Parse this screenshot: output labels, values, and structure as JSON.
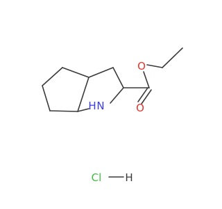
{
  "colors": {
    "bond": "#3a3a3a",
    "oxygen": "#e8342b",
    "nitrogen": "#3a3af0",
    "chlorine": "#3fbf3f",
    "hydrogen_label": "#3a3a3a"
  },
  "labels": {
    "ether_oxygen": "O",
    "carbonyl_oxygen": "O",
    "ring_nitrogen": "N",
    "amine_hydrogen": "H",
    "chlorine": "Cl",
    "salt_hydrogen": "H"
  }
}
